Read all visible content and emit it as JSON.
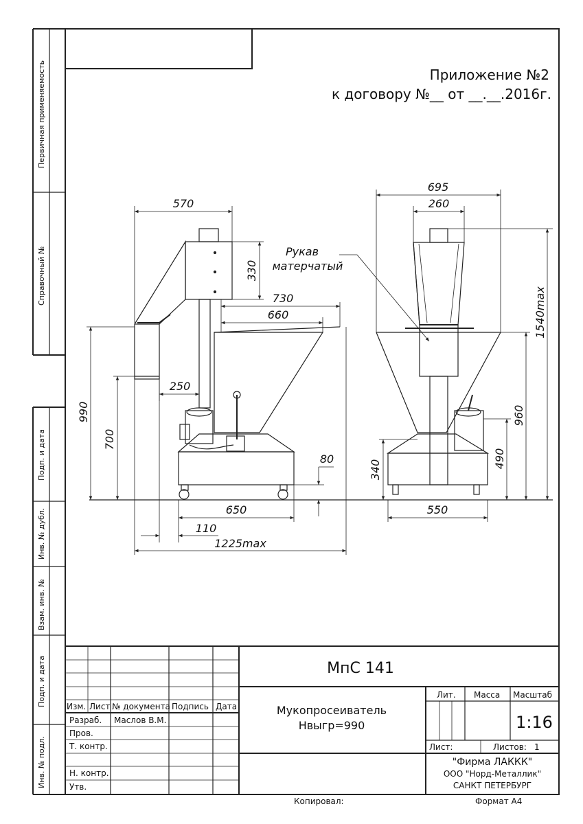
{
  "appendix": {
    "line1": "Приложение №2",
    "line2": "к договору №__  от __.__.2016г."
  },
  "side_labels": {
    "perv": "Первичная применяемость",
    "sprav": "Справочный №",
    "podp1": "Подп. и дата",
    "inv_dubl": "Инв. № дубл.",
    "vzam": "Взам. инв. №",
    "podp2": "Подп. и дата",
    "inv_podl": "Инв. № подл."
  },
  "callout": {
    "line1": "Рукав",
    "line2": "матерчатый"
  },
  "dimensions": {
    "d570": "570",
    "d330": "330",
    "d730": "730",
    "d660": "660",
    "d250": "250",
    "d990": "990",
    "d700": "700",
    "d80": "80",
    "d650": "650",
    "d110": "110",
    "d1225": "1225max",
    "d695": "695",
    "d260": "260",
    "d1540": "1540max",
    "d960": "960",
    "d490": "490",
    "d340": "340",
    "d550": "550"
  },
  "title_block": {
    "designation": "МпС 141",
    "name_line1": "Мукопросеиватель",
    "name_line2": "Нвыгр=990",
    "headers": {
      "izm": "Изм.",
      "list": "Лист",
      "doc": "№ документа",
      "podpis": "Подпись",
      "data": "Дата"
    },
    "roles": {
      "razrab": "Разраб.",
      "prov": "Пров.",
      "tkontr": "Т. контр.",
      "nkontr": "Н. контр.",
      "utv": "Утв."
    },
    "developer": "Маслов В.М.",
    "lit": "Лит.",
    "massa": "Масса",
    "masshtab": "Масштаб",
    "scale": "1:16",
    "sheet": "Лист:",
    "sheets": "Листов:",
    "sheets_count": "1",
    "company1": "\"Фирма ЛАККК\"",
    "company2": "ООО \"Норд-Металлик\"",
    "city": "САНКТ ПЕТЕРБУРГ",
    "copied": "Копировал:",
    "format": "Формат А4"
  }
}
